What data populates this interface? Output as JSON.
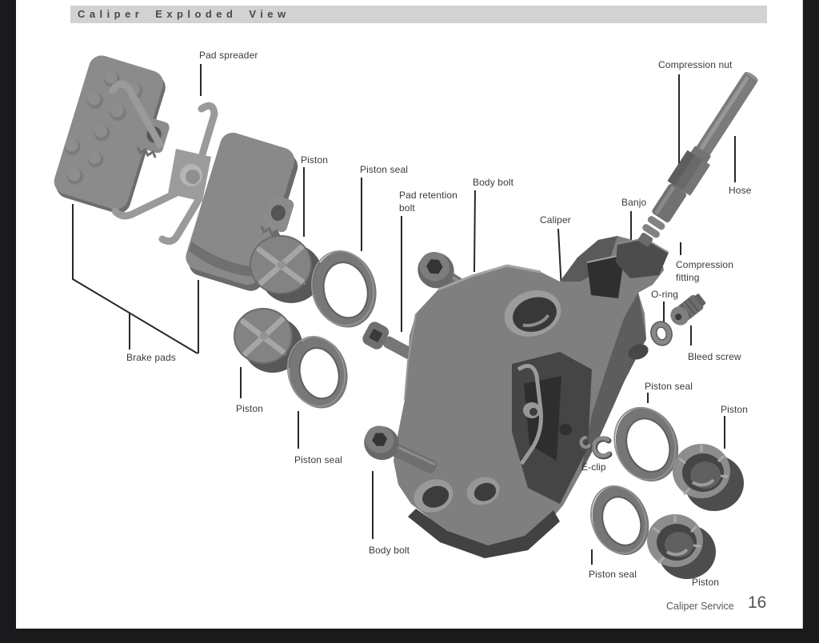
{
  "page": {
    "header": {
      "title": "Caliper Exploded View"
    },
    "footer": {
      "section": "Caliper Service",
      "page_number": "16"
    }
  },
  "diagram": {
    "labels": {
      "pad_spreader": "Pad spreader",
      "compression_nut": "Compression nut",
      "hose": "Hose",
      "piston_upper": "Piston",
      "piston_seal_upper": "Piston seal",
      "pad_retention_bolt": "Pad retention bolt",
      "body_bolt_upper": "Body bolt",
      "caliper": "Caliper",
      "banjo": "Banjo",
      "compression_fitting": "Compression fitting",
      "o_ring": "O-ring",
      "bleed_screw": "Bleed screw",
      "e_clip": "E-clip",
      "piston_seal_right_upper": "Piston seal",
      "piston_right_upper": "Piston",
      "brake_pads": "Brake pads",
      "piston_left_lower": "Piston",
      "piston_seal_left_lower": "Piston seal",
      "body_bolt_lower": "Body bolt",
      "piston_seal_right_lower": "Piston seal",
      "piston_right_lower": "Piston"
    }
  },
  "colors": {
    "frame": "#1a1a1c",
    "page": "#ffffff",
    "header_bar": "#d2d2d2",
    "header_text": "#48494b",
    "label_text": "#3a3a3a",
    "leader_line": "#282828",
    "part_gray": "#808080",
    "part_dark": "#454545",
    "part_light": "#a6a6a6"
  }
}
